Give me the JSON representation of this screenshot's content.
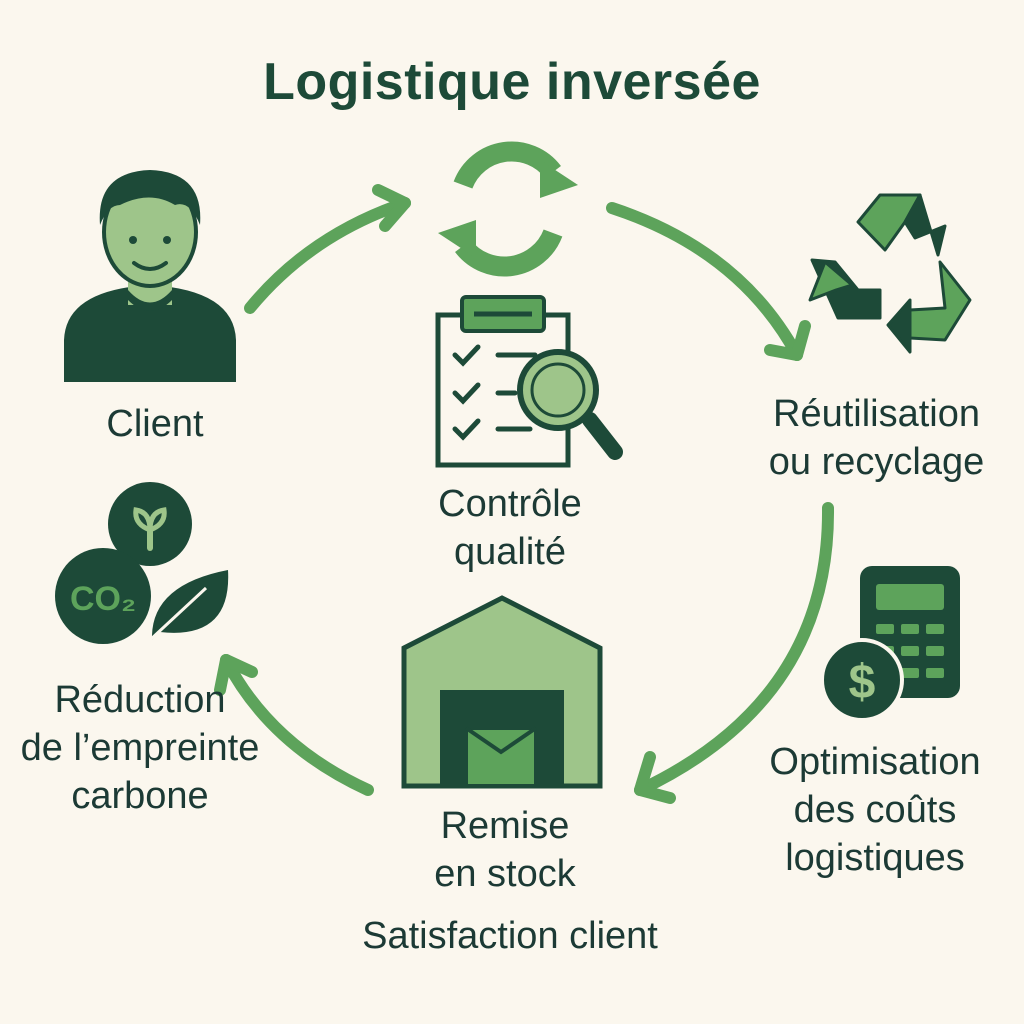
{
  "title": "Logistique inversée",
  "nodes": {
    "client": "Client",
    "quality": "Contrôle\nqualité",
    "reuse": "Réutilisation\nou recyclage",
    "costs": "Optimisation\ndes coûts\nlogistiques",
    "restock": "Remise\nen stock",
    "carbon": "Réduction\nde l’empreinte\ncarbone",
    "satisfaction": "Satisfaction client"
  },
  "icons": {
    "co2_text": "CO₂",
    "dollar_text": "$"
  },
  "colors": {
    "background": "#fbf7ee",
    "dark_green": "#1d4a38",
    "mid_green": "#5da35b",
    "light_green": "#9ec58a",
    "text": "#1c3a35"
  }
}
